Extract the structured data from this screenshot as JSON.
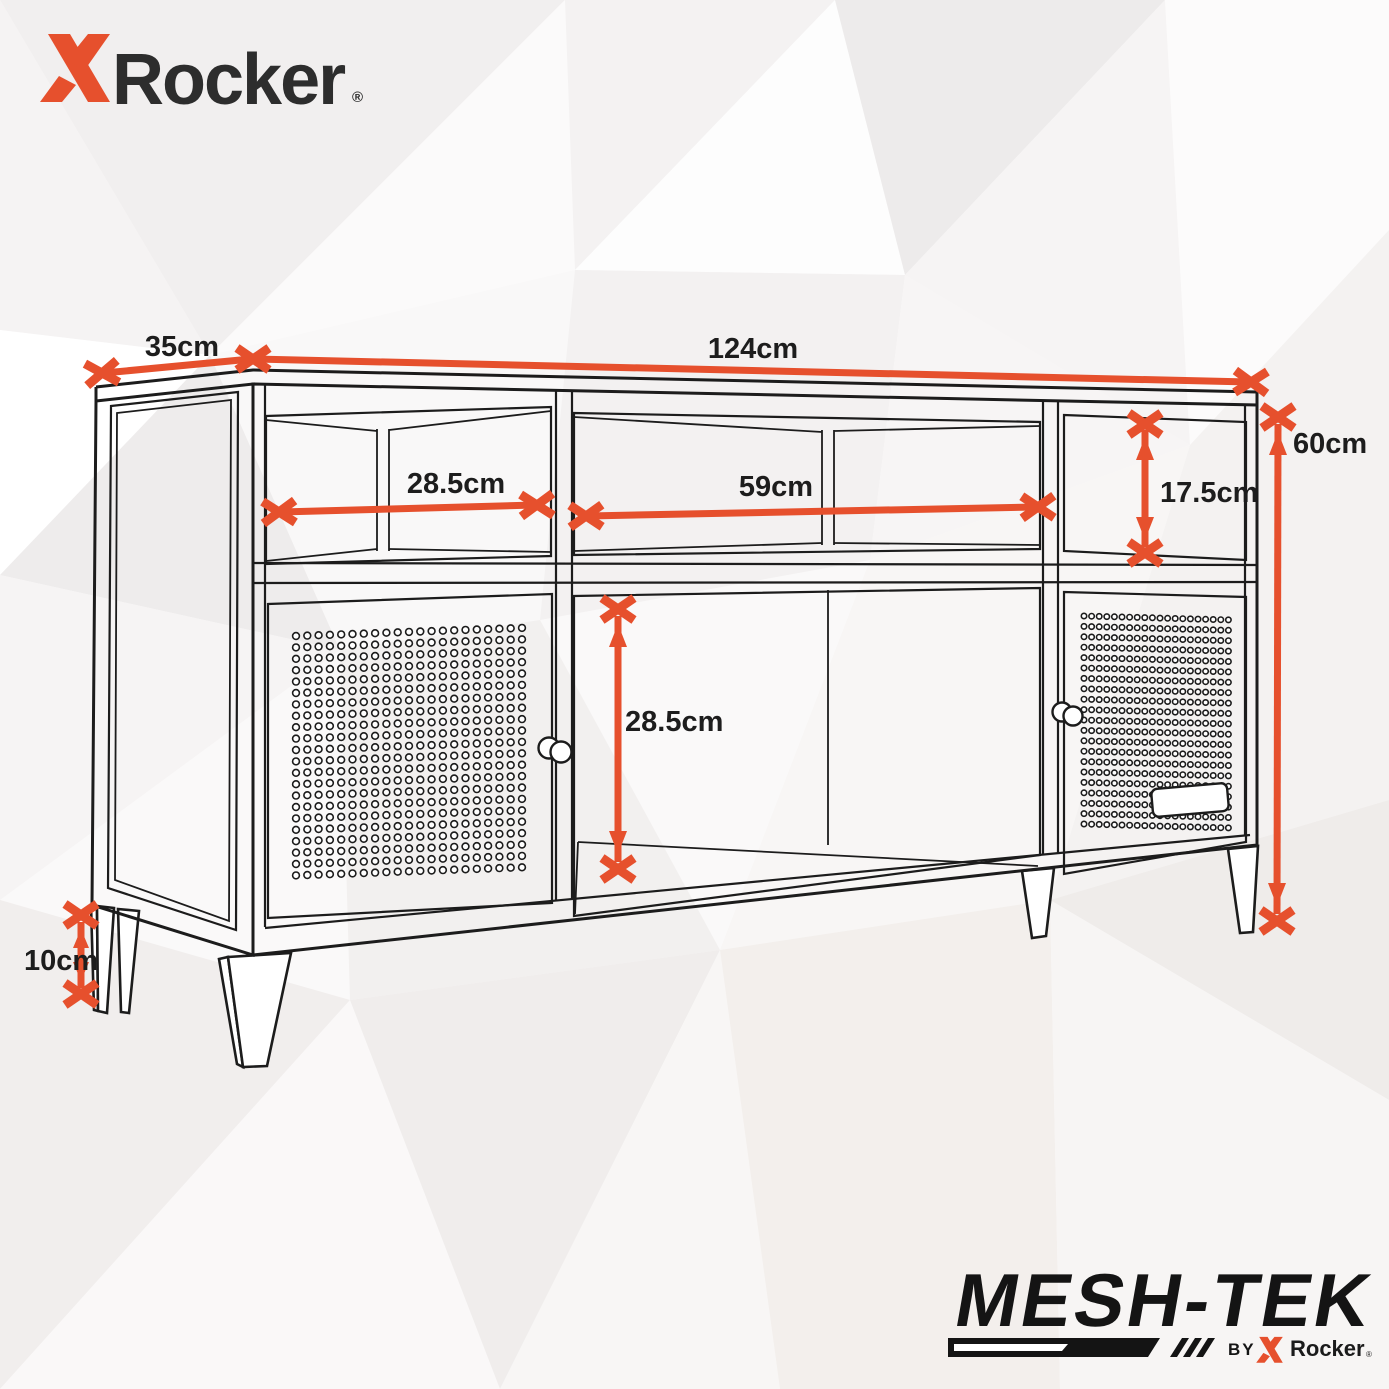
{
  "brand": {
    "x_rocker": {
      "x_icon": "x-rocker-x-icon",
      "wordmark": "Rocker",
      "registered": "®"
    }
  },
  "diagram": {
    "subject": "TV cabinet line drawing with two perforated mesh doors, open shelves and four tapered legs",
    "marker_icon": "x-arrowhead-icon",
    "dimensions": {
      "depth_top": "35cm",
      "width_top": "124cm",
      "height_right": "60cm",
      "left_shelf_width": "28.5cm",
      "center_shelf_width": "59cm",
      "right_shelf_height": "17.5cm",
      "center_cavity_height": "28.5cm",
      "leg_height": "10cm"
    }
  },
  "footer": {
    "series_wordmark": "MESH-TEK",
    "by": "BY",
    "x_icon": "x-rocker-x-icon",
    "brand_wordmark": "Rocker",
    "registered": "®"
  },
  "colors": {
    "accent": "#E6502D",
    "line": "#1C1C1C",
    "background": "#FAF9F9"
  }
}
